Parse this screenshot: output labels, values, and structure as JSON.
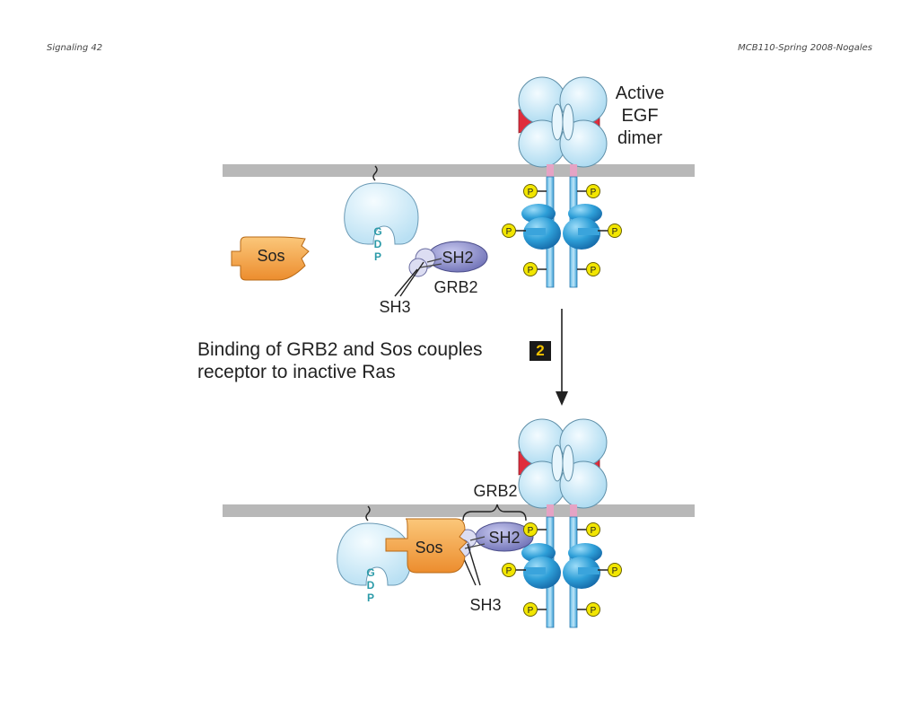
{
  "header": {
    "left": "Signaling 42",
    "right": "MCB110-Spring 2008-Nogales"
  },
  "labels": {
    "active_line1": "Active",
    "active_line2": "EGF",
    "active_line3": "dimer",
    "sos": "Sos",
    "sh2": "SH2",
    "sh3": "SH3",
    "grb2": "GRB2",
    "phospho": "P",
    "gdp_g": "G",
    "gdp_d": "D",
    "gdp_p": "P"
  },
  "caption": {
    "line1": "Binding of GRB2 and Sos  couples",
    "line2": "receptor to inactive Ras",
    "step": "2"
  },
  "colors": {
    "membrane": "#b8b8b8",
    "receptor_light": "#cfeaf7",
    "receptor_blue": "#2e9fd8",
    "sos_orange": "#f4a54a",
    "sh2_purple": "#8e90cc",
    "phospho_yellow": "#f2e600",
    "ligand_red": "#e02d3c",
    "gdp_teal": "#2a9aa8"
  }
}
